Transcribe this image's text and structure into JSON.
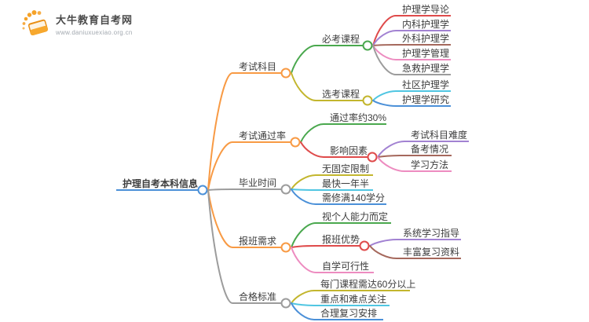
{
  "logo": {
    "site_name": "大牛教育自考网",
    "site_url": "www.daniuxuexiao.org.cn"
  },
  "palette": {
    "orange": "#f89a44",
    "green": "#4aa84e",
    "yellow": "#c3b62e",
    "red": "#df4b4b",
    "purple": "#a282d2",
    "brown": "#a5685c",
    "pink": "#ed8cc0",
    "gray": "#9c9c9c",
    "cyan": "#50c6e2",
    "blue": "#4b90d8",
    "root_blue": "#4b90d8",
    "logo_orange": "#f5a228",
    "text": "#3d3d3d"
  },
  "mindmap": {
    "root": {
      "label": "护理自考本科信息",
      "children": [
        {
          "label": "考试科目",
          "children": [
            {
              "label": "必考课程",
              "children": [
                {
                  "label": "护理学导论"
                },
                {
                  "label": "内科护理学"
                },
                {
                  "label": "外科护理学"
                },
                {
                  "label": "护理学管理"
                },
                {
                  "label": "急救护理学"
                }
              ]
            },
            {
              "label": "选考课程",
              "children": [
                {
                  "label": "社区护理学"
                },
                {
                  "label": "护理学研究"
                }
              ]
            }
          ]
        },
        {
          "label": "考试通过率",
          "children": [
            {
              "label": "通过率约30%"
            },
            {
              "label": "影响因素",
              "children": [
                {
                  "label": "考试科目难度"
                },
                {
                  "label": "备考情况"
                },
                {
                  "label": "学习方法"
                }
              ]
            }
          ]
        },
        {
          "label": "毕业时间",
          "children": [
            {
              "label": "无固定限制"
            },
            {
              "label": "最快一年半"
            },
            {
              "label": "需修满140学分"
            }
          ]
        },
        {
          "label": "报班需求",
          "children": [
            {
              "label": "视个人能力而定"
            },
            {
              "label": "报班优势",
              "children": [
                {
                  "label": "系统学习指导"
                },
                {
                  "label": "丰富复习资料"
                }
              ]
            },
            {
              "label": "自学可行性"
            }
          ]
        },
        {
          "label": "合格标准",
          "children": [
            {
              "label": "每门课程需达60分以上"
            },
            {
              "label": "重点和难点关注"
            },
            {
              "label": "合理复习安排"
            }
          ]
        }
      ]
    }
  }
}
